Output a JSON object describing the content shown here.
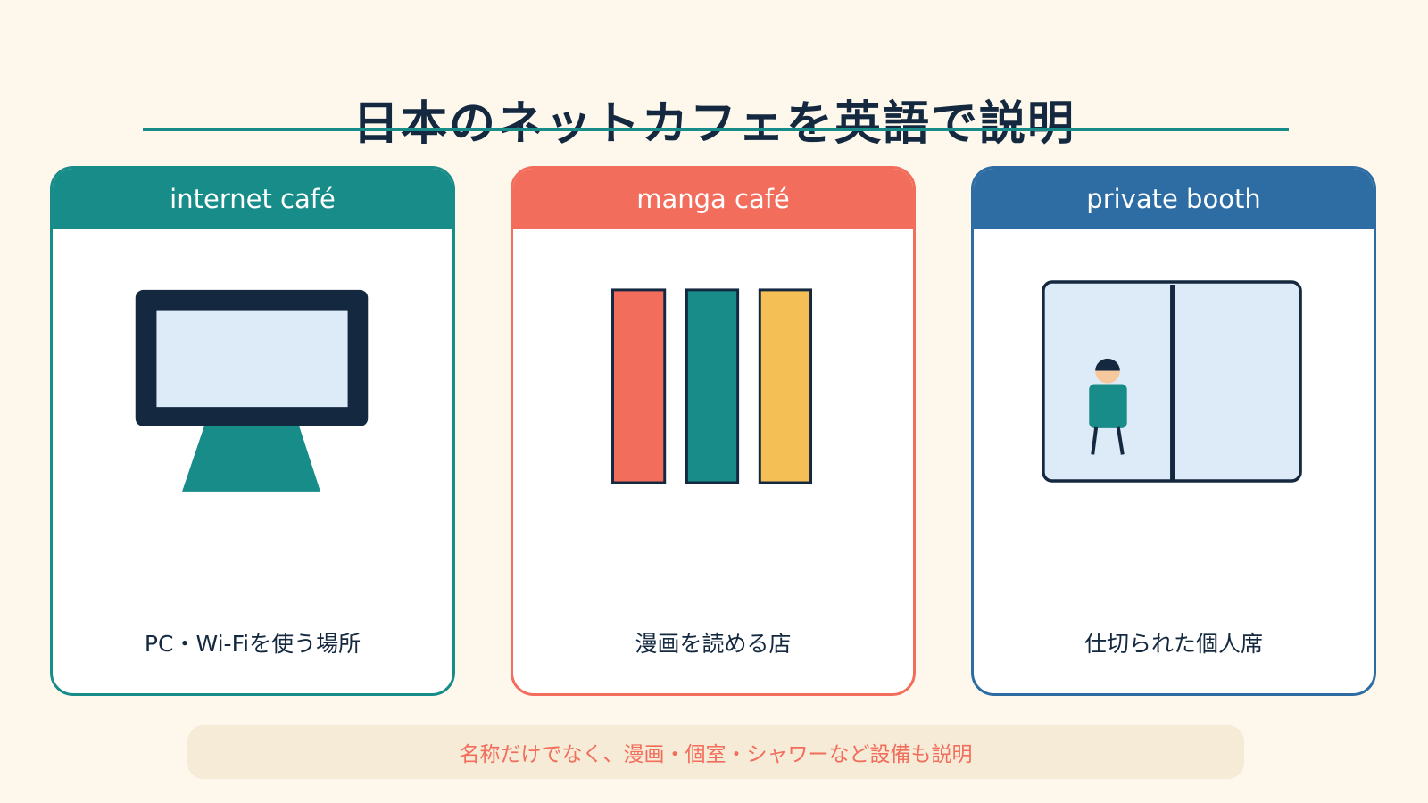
{
  "title": "日本のネットカフェを英語で説明",
  "colors": {
    "background": "#FEF8EC",
    "teal": "#178C88",
    "coral": "#F26D5B",
    "blue": "#2E6DA3",
    "navy": "#14293F",
    "yellow": "#F4BF55",
    "light_blue": "#DDEAF8",
    "footnote_bg": "#F6EBD6"
  },
  "cards": [
    {
      "term": "internet café",
      "description": "PC・Wi-Fiを使う場所",
      "accent": "#178C88",
      "icon": "computer-monitor-icon"
    },
    {
      "term": "manga café",
      "description": "漫画を読める店",
      "accent": "#F26D5B",
      "icon": "manga-books-icon"
    },
    {
      "term": "private booth",
      "description": "仕切られた個人席",
      "accent": "#2E6DA3",
      "icon": "private-booth-icon"
    }
  ],
  "footnote": "名称だけでなく、漫画・個室・シャワーなど設備も説明"
}
